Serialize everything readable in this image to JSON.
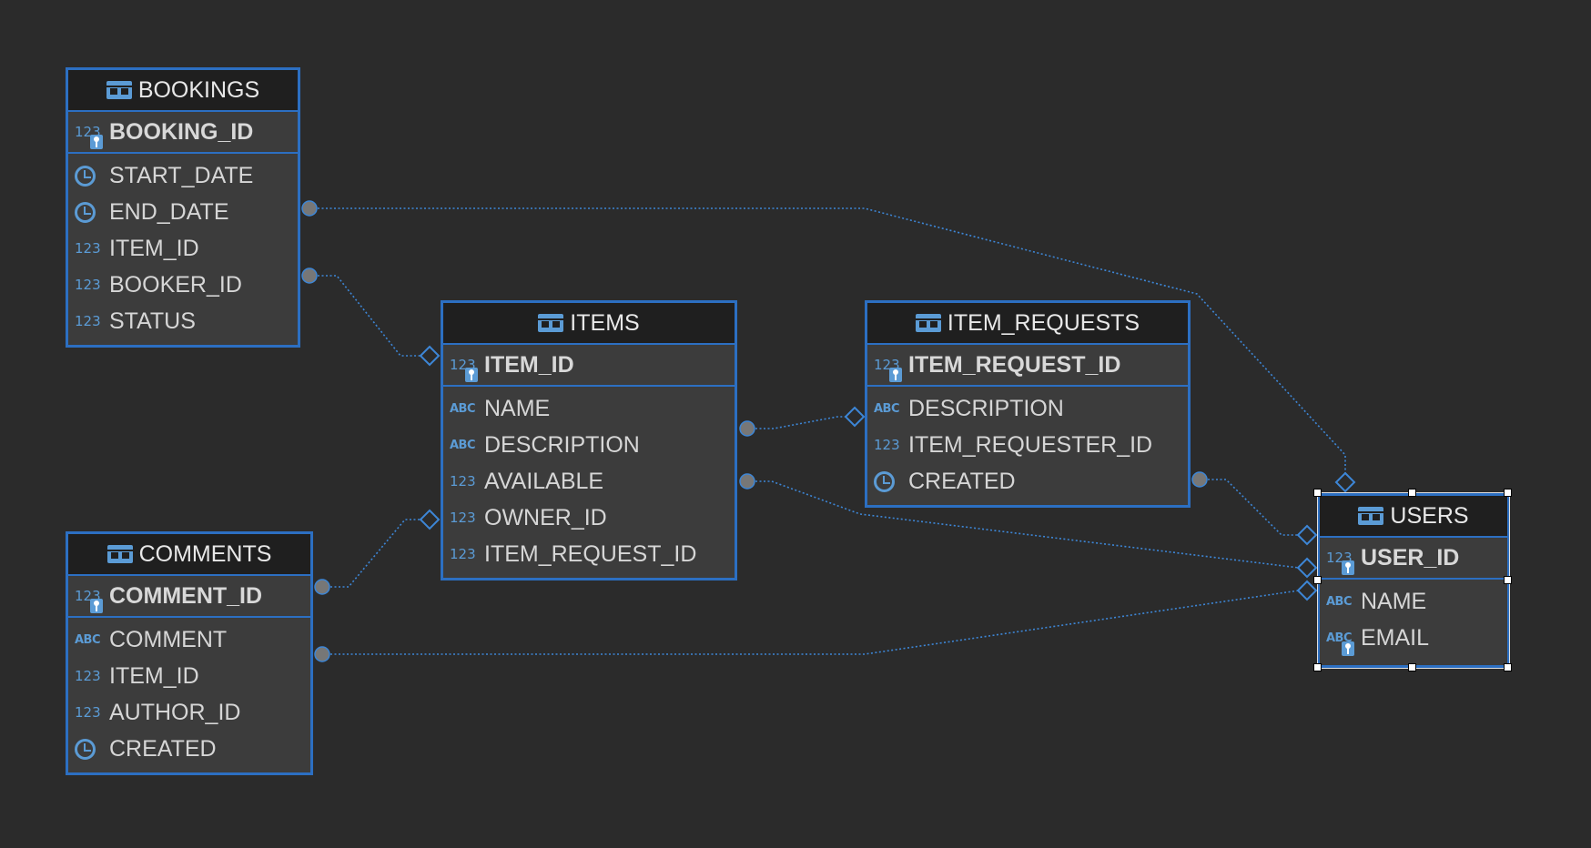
{
  "colors": {
    "background": "#2b2b2b",
    "entity_border": "#2c6fc2",
    "header_bg": "#1f1f1f",
    "body_bg": "#3c3c3c",
    "text": "#d6d6d6",
    "icon": "#5b9bd5",
    "link": "#3d86d6",
    "link_dot": "#777777"
  },
  "entities": {
    "bookings": {
      "title": "BOOKINGS",
      "pk": {
        "name": "BOOKING_ID",
        "type": "num"
      },
      "columns": [
        {
          "name": "START_DATE",
          "type": "clock"
        },
        {
          "name": "END_DATE",
          "type": "clock"
        },
        {
          "name": "ITEM_ID",
          "type": "num"
        },
        {
          "name": "BOOKER_ID",
          "type": "num"
        },
        {
          "name": "STATUS",
          "type": "num"
        }
      ]
    },
    "items": {
      "title": "ITEMS",
      "pk": {
        "name": "ITEM_ID",
        "type": "num"
      },
      "columns": [
        {
          "name": "NAME",
          "type": "abc"
        },
        {
          "name": "DESCRIPTION",
          "type": "abc"
        },
        {
          "name": "AVAILABLE",
          "type": "num"
        },
        {
          "name": "OWNER_ID",
          "type": "num"
        },
        {
          "name": "ITEM_REQUEST_ID",
          "type": "num"
        }
      ]
    },
    "item_requests": {
      "title": "ITEM_REQUESTS",
      "pk": {
        "name": "ITEM_REQUEST_ID",
        "type": "num"
      },
      "columns": [
        {
          "name": "DESCRIPTION",
          "type": "abc"
        },
        {
          "name": "ITEM_REQUESTER_ID",
          "type": "num"
        },
        {
          "name": "CREATED",
          "type": "clock"
        }
      ]
    },
    "comments": {
      "title": "COMMENTS",
      "pk": {
        "name": "COMMENT_ID",
        "type": "num"
      },
      "columns": [
        {
          "name": "COMMENT",
          "type": "abc"
        },
        {
          "name": "ITEM_ID",
          "type": "num"
        },
        {
          "name": "AUTHOR_ID",
          "type": "num"
        },
        {
          "name": "CREATED",
          "type": "clock"
        }
      ]
    },
    "users": {
      "title": "USERS",
      "pk": {
        "name": "USER_ID",
        "type": "num"
      },
      "columns": [
        {
          "name": "NAME",
          "type": "abc"
        },
        {
          "name": "EMAIL",
          "type": "abc",
          "key": true
        }
      ]
    }
  }
}
